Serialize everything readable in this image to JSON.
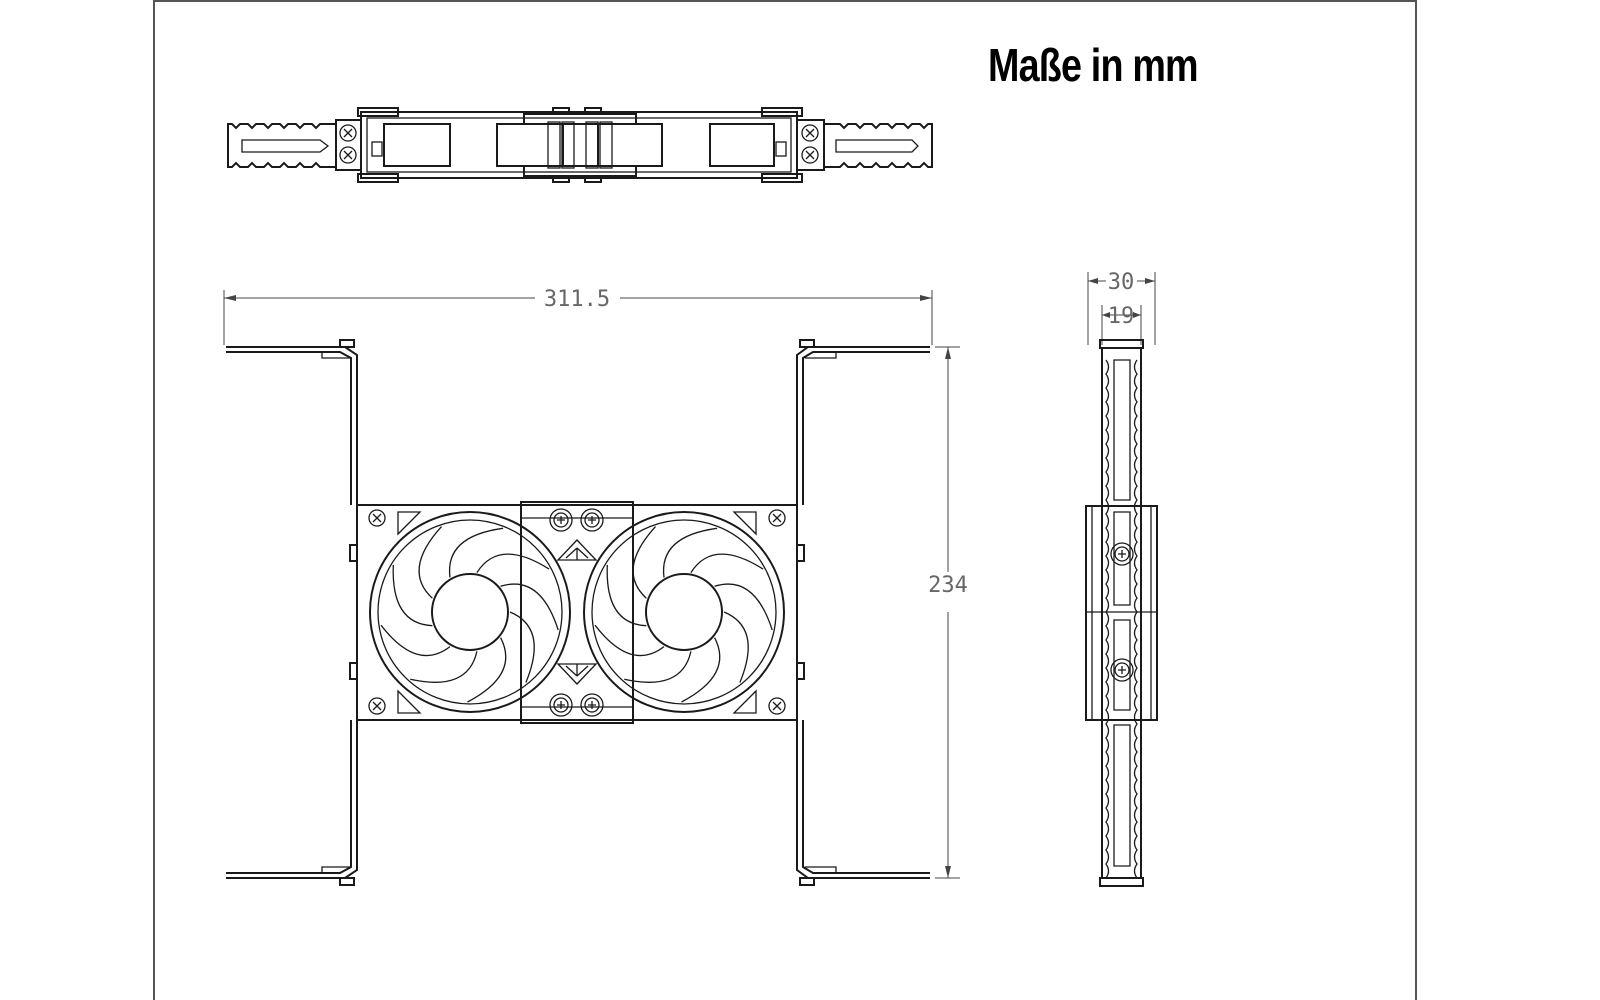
{
  "title": "Maße in mm",
  "dimensions": {
    "width": "311.5",
    "height": "234",
    "depth_outer": "30",
    "depth_inner": "19"
  },
  "colors": {
    "line": "#1a1a1a",
    "dimension": "#666666",
    "background": "#ffffff"
  }
}
